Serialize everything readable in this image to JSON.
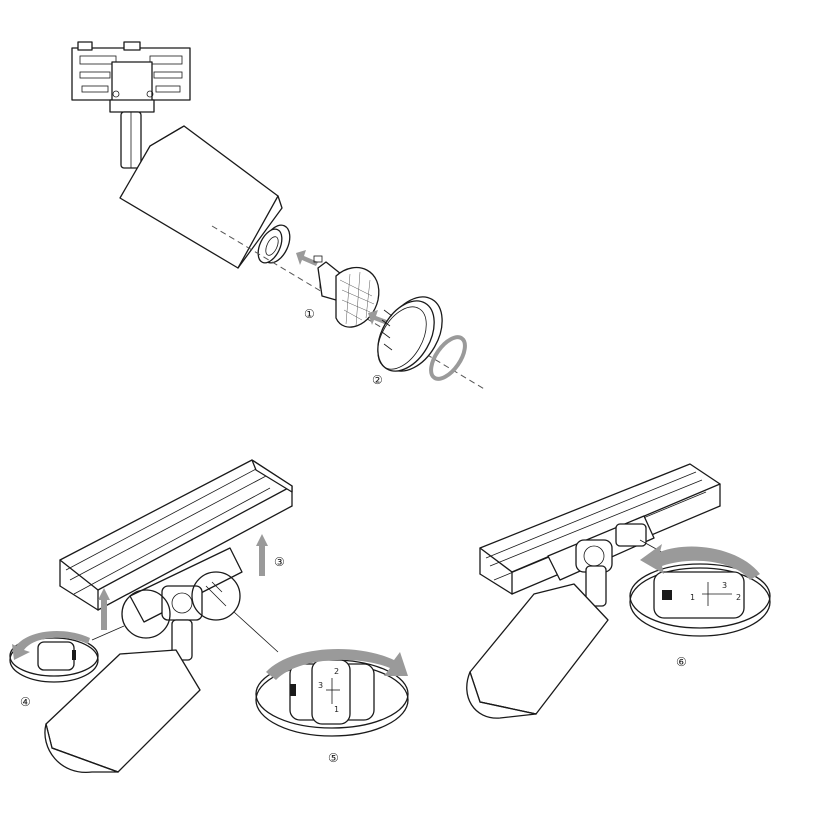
{
  "steps": [
    {
      "id": "step1",
      "label": "①"
    },
    {
      "id": "step2",
      "label": "②"
    },
    {
      "id": "step3",
      "label": "③"
    },
    {
      "id": "step4",
      "label": "④"
    },
    {
      "id": "step5",
      "label": "⑤"
    },
    {
      "id": "step6",
      "label": "⑥"
    }
  ],
  "dials": {
    "step5_marks": [
      "1",
      "2",
      "3"
    ],
    "step6_marks": [
      "1",
      "2",
      "3"
    ]
  },
  "colors": {
    "line": "#1a1a1a",
    "arrow_gray": "#9a9a9a",
    "background": "#ffffff"
  }
}
